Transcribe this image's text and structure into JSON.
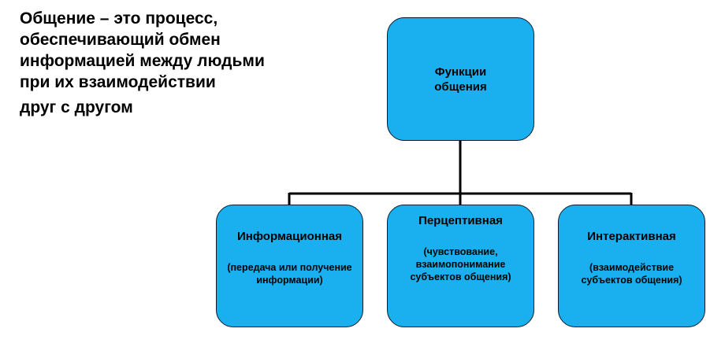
{
  "definition": {
    "lines": [
      "Общение – это процесс,",
      "обеспечивающий обмен",
      "информацией между людьми",
      "при их взаимодействии",
      "друг с другом"
    ]
  },
  "root": {
    "title": "Функции общения"
  },
  "children": [
    {
      "title": "Информационная",
      "description": "(передача или получение информации)"
    },
    {
      "title": "Перцептивная",
      "description": "(чувствование, взаимопонимание субъектов общения)"
    },
    {
      "title": "Интерактивная",
      "description": "(взаимодействие субъектов общения)"
    }
  ],
  "colors": {
    "box_fill": "#1ab0f0",
    "connector": "#000000"
  }
}
